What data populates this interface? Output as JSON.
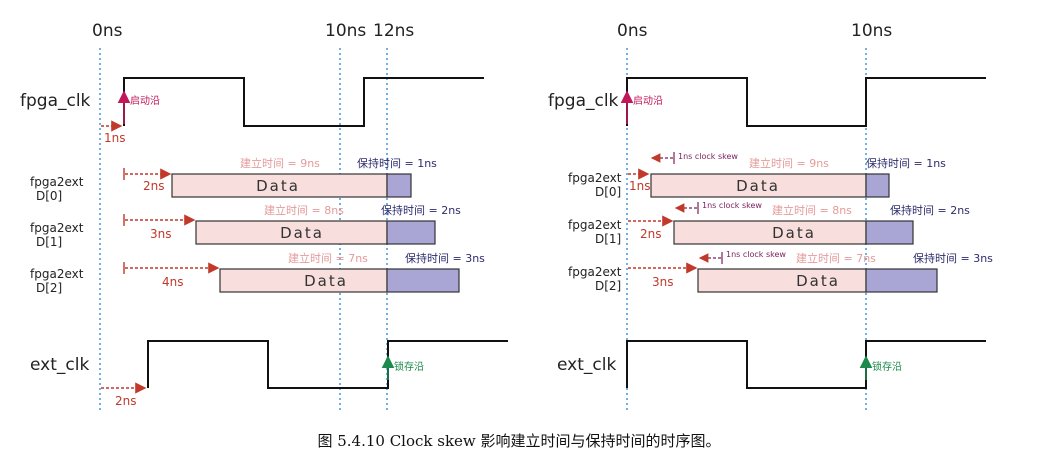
{
  "colors": {
    "wave": "#111111",
    "guide": "#3a8fd6",
    "arrow_red": "#c0392b",
    "arrow_pink": "#c2185b",
    "arrow_green": "#1b8a4c",
    "data_fill": "#f9dede",
    "data_stroke": "#333333",
    "hold_fill": "#a9a6d6",
    "setup_text": "#e59a9a",
    "hold_text": "#2c2c6c",
    "skew_text": "#7a1f5a"
  },
  "left": {
    "times": {
      "t0": "0ns",
      "t10": "10ns",
      "t12": "12ns"
    },
    "fpga_clk_label": "fpga_clk",
    "launch_edge": "启动沿",
    "launch_delay": "1ns",
    "rows": [
      {
        "name1": "fpga2ext",
        "name2": "D[0]",
        "delay": "2ns",
        "data": "Data",
        "setup": "建立时间 = 9ns",
        "hold": "保持时间 = 1ns"
      },
      {
        "name1": "fpga2ext",
        "name2": "D[1]",
        "delay": "3ns",
        "data": "Data",
        "setup": "建立时间 = 8ns",
        "hold": "保持时间 = 2ns"
      },
      {
        "name1": "fpga2ext",
        "name2": "D[2]",
        "delay": "4ns",
        "data": "Data",
        "setup": "建立时间 = 7ns",
        "hold": "保持时间 = 3ns"
      }
    ],
    "ext_clk_label": "ext_clk",
    "ext_delay": "2ns",
    "latch_edge": "锁存沿"
  },
  "right": {
    "times": {
      "t0": "0ns",
      "t10": "10ns"
    },
    "fpga_clk_label": "fpga_clk",
    "launch_edge": "启动沿",
    "rows": [
      {
        "name1": "fpga2ext",
        "name2": "D[0]",
        "delay": "1ns",
        "skew": "1ns clock skew",
        "data": "Data",
        "setup": "建立时间 = 9ns",
        "hold": "保持时间 = 1ns"
      },
      {
        "name1": "fpga2ext",
        "name2": "D[1]",
        "delay": "2ns",
        "skew": "1ns clock skew",
        "data": "Data",
        "setup": "建立时间 = 8ns",
        "hold": "保持时间 = 2ns"
      },
      {
        "name1": "fpga2ext",
        "name2": "D[2]",
        "delay": "3ns",
        "skew": "1ns clock skew",
        "data": "Data",
        "setup": "建立时间 = 7ns",
        "hold": "保持时间 = 3ns"
      }
    ],
    "ext_clk_label": "ext_clk",
    "latch_edge": "锁存沿"
  },
  "caption": "图 5.4.10 Clock skew 影响建立时间与保持时间的时序图。"
}
